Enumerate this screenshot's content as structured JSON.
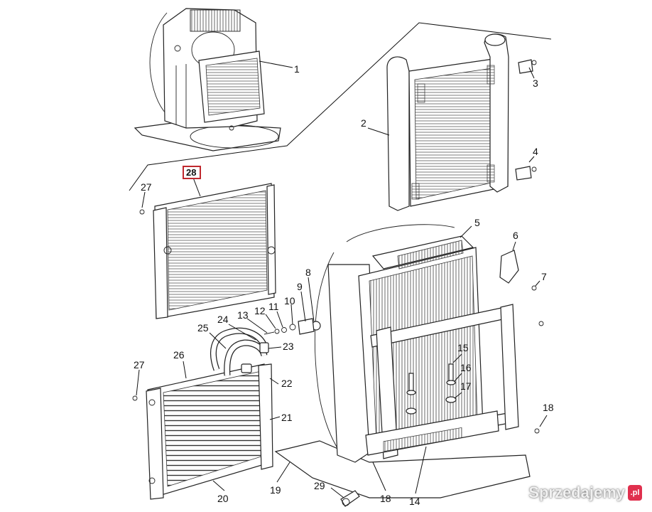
{
  "callouts": [
    {
      "id": "1",
      "label": "1"
    },
    {
      "id": "2",
      "label": "2"
    },
    {
      "id": "3",
      "label": "3"
    },
    {
      "id": "4",
      "label": "4"
    },
    {
      "id": "5",
      "label": "5"
    },
    {
      "id": "6",
      "label": "6"
    },
    {
      "id": "7",
      "label": "7"
    },
    {
      "id": "8",
      "label": "8"
    },
    {
      "id": "9",
      "label": "9"
    },
    {
      "id": "10",
      "label": "10"
    },
    {
      "id": "11",
      "label": "11"
    },
    {
      "id": "12",
      "label": "12"
    },
    {
      "id": "13",
      "label": "13"
    },
    {
      "id": "14",
      "label": "14"
    },
    {
      "id": "15",
      "label": "15"
    },
    {
      "id": "16",
      "label": "16"
    },
    {
      "id": "17",
      "label": "17"
    },
    {
      "id": "18a",
      "label": "18"
    },
    {
      "id": "18b",
      "label": "18"
    },
    {
      "id": "19",
      "label": "19"
    },
    {
      "id": "20",
      "label": "20"
    },
    {
      "id": "21",
      "label": "21"
    },
    {
      "id": "22",
      "label": "22"
    },
    {
      "id": "23",
      "label": "23"
    },
    {
      "id": "24",
      "label": "24"
    },
    {
      "id": "25",
      "label": "25"
    },
    {
      "id": "26",
      "label": "26"
    },
    {
      "id": "27a",
      "label": "27"
    },
    {
      "id": "27b",
      "label": "27"
    },
    {
      "id": "28",
      "label": "28"
    },
    {
      "id": "29",
      "label": "29"
    }
  ],
  "highlight": {
    "part": "28",
    "color": "#c0282e"
  },
  "watermark": {
    "text": "Sprzedajemy",
    "badge": ".pl"
  }
}
